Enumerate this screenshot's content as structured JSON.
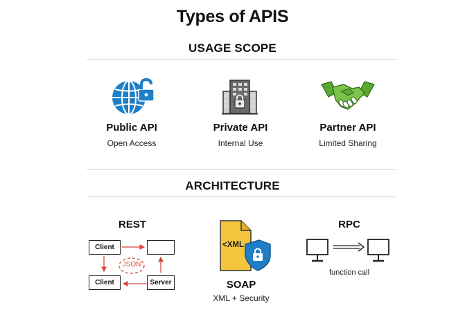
{
  "title": "Types of APIS",
  "usage_scope": {
    "heading": "USAGE SCOPE",
    "items": [
      {
        "title": "Public API",
        "subtitle": "Open Access",
        "icon": "globe-lock-icon",
        "color": "#1e7fc8"
      },
      {
        "title": "Private API",
        "subtitle": "Internal Use",
        "icon": "building-lock-icon",
        "color": "#555555"
      },
      {
        "title": "Partner API",
        "subtitle": "Limited Sharing",
        "icon": "handshake-icon",
        "color": "#5aa832"
      }
    ]
  },
  "architecture": {
    "heading": "ARCHITECTURE",
    "rest": {
      "title": "REST",
      "client_top": "Client",
      "client_bottom": "Client",
      "server": "Server",
      "format": "JSON",
      "accent_color": "#d6483a"
    },
    "soap": {
      "title": "SOAP",
      "subtitle": "XML + Security",
      "doc_label": "<XML",
      "doc_color": "#f2c53d",
      "shield_color": "#1e7fc8"
    },
    "rpc": {
      "title": "RPC",
      "caption": "function call"
    }
  }
}
